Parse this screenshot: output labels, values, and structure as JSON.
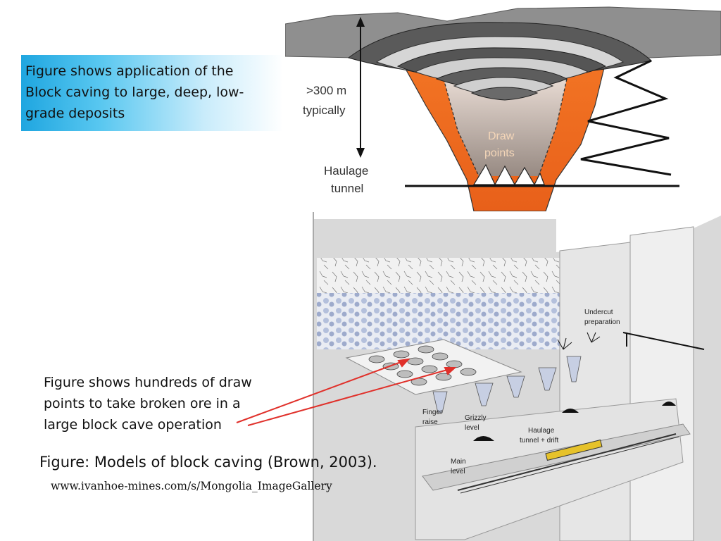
{
  "top_callout": {
    "lines": [
      "Figure shows  application of the",
      "Block caving to large, deep, low-",
      "grade deposits"
    ]
  },
  "cave_diagram": {
    "depth_label_line1": ">300 m",
    "depth_label_line2": "typically",
    "draw_label_line1": "Draw",
    "draw_label_line2": "points",
    "haulage_line1": "Haulage",
    "haulage_line2": "tunnel",
    "colors": {
      "ore": "#ee6a1e",
      "rock": "#8f8f8f",
      "terrace": "#505050"
    }
  },
  "block_diagram": {
    "undercut_line1": "Undercut",
    "undercut_line2": "preparation",
    "finger_line1": "Finger",
    "finger_line2": "raise",
    "grizzly_line1": "Grizzly",
    "grizzly_line2": "level",
    "haulage_line1": "Haulage",
    "haulage_line2": "tunnel + drift",
    "main_line1": "Main",
    "main_line2": "level"
  },
  "bottom_callout": {
    "lines": [
      "Figure shows hundreds of draw",
      "points to take broken ore in a",
      "large block cave operation"
    ]
  },
  "caption": "Figure: Models of block caving (Brown, 2003).",
  "source_url": "www.ivanhoe-mines.com/s/Mongolia_ImageGallery",
  "arrow_color": "#e0302a"
}
